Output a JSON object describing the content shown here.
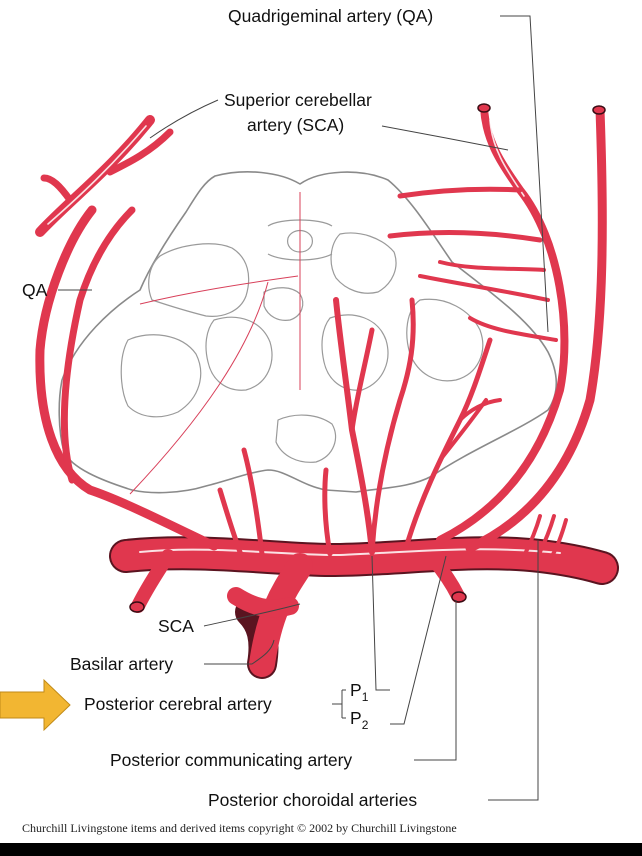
{
  "labels": {
    "quadrigeminal_top": "Quadrigeminal artery (QA)",
    "superior_cerebellar_line1": "Superior cerebellar",
    "superior_cerebellar_line2": "artery (SCA)",
    "qa_left": "QA",
    "sca": "SCA",
    "basilar": "Basilar artery",
    "posterior_cerebral": "Posterior cerebral artery",
    "p1_letter": "P",
    "p1_sub": "1",
    "p2_letter": "P",
    "p2_sub": "2",
    "posterior_communicating": "Posterior communicating artery",
    "posterior_choroidal": "Posterior choroidal arteries"
  },
  "credit": "Churchill Livingstone items and derived items copyright © 2002 by Churchill Livingstone",
  "colors": {
    "artery": "#e0374e",
    "artery_outline": "#5a1420",
    "pointer_arrow": "#f2b632",
    "brainstem_outline": "#8a8a8a",
    "bottom_bar": "#000000"
  },
  "icons": {
    "pointer": "arrow-right-icon"
  }
}
